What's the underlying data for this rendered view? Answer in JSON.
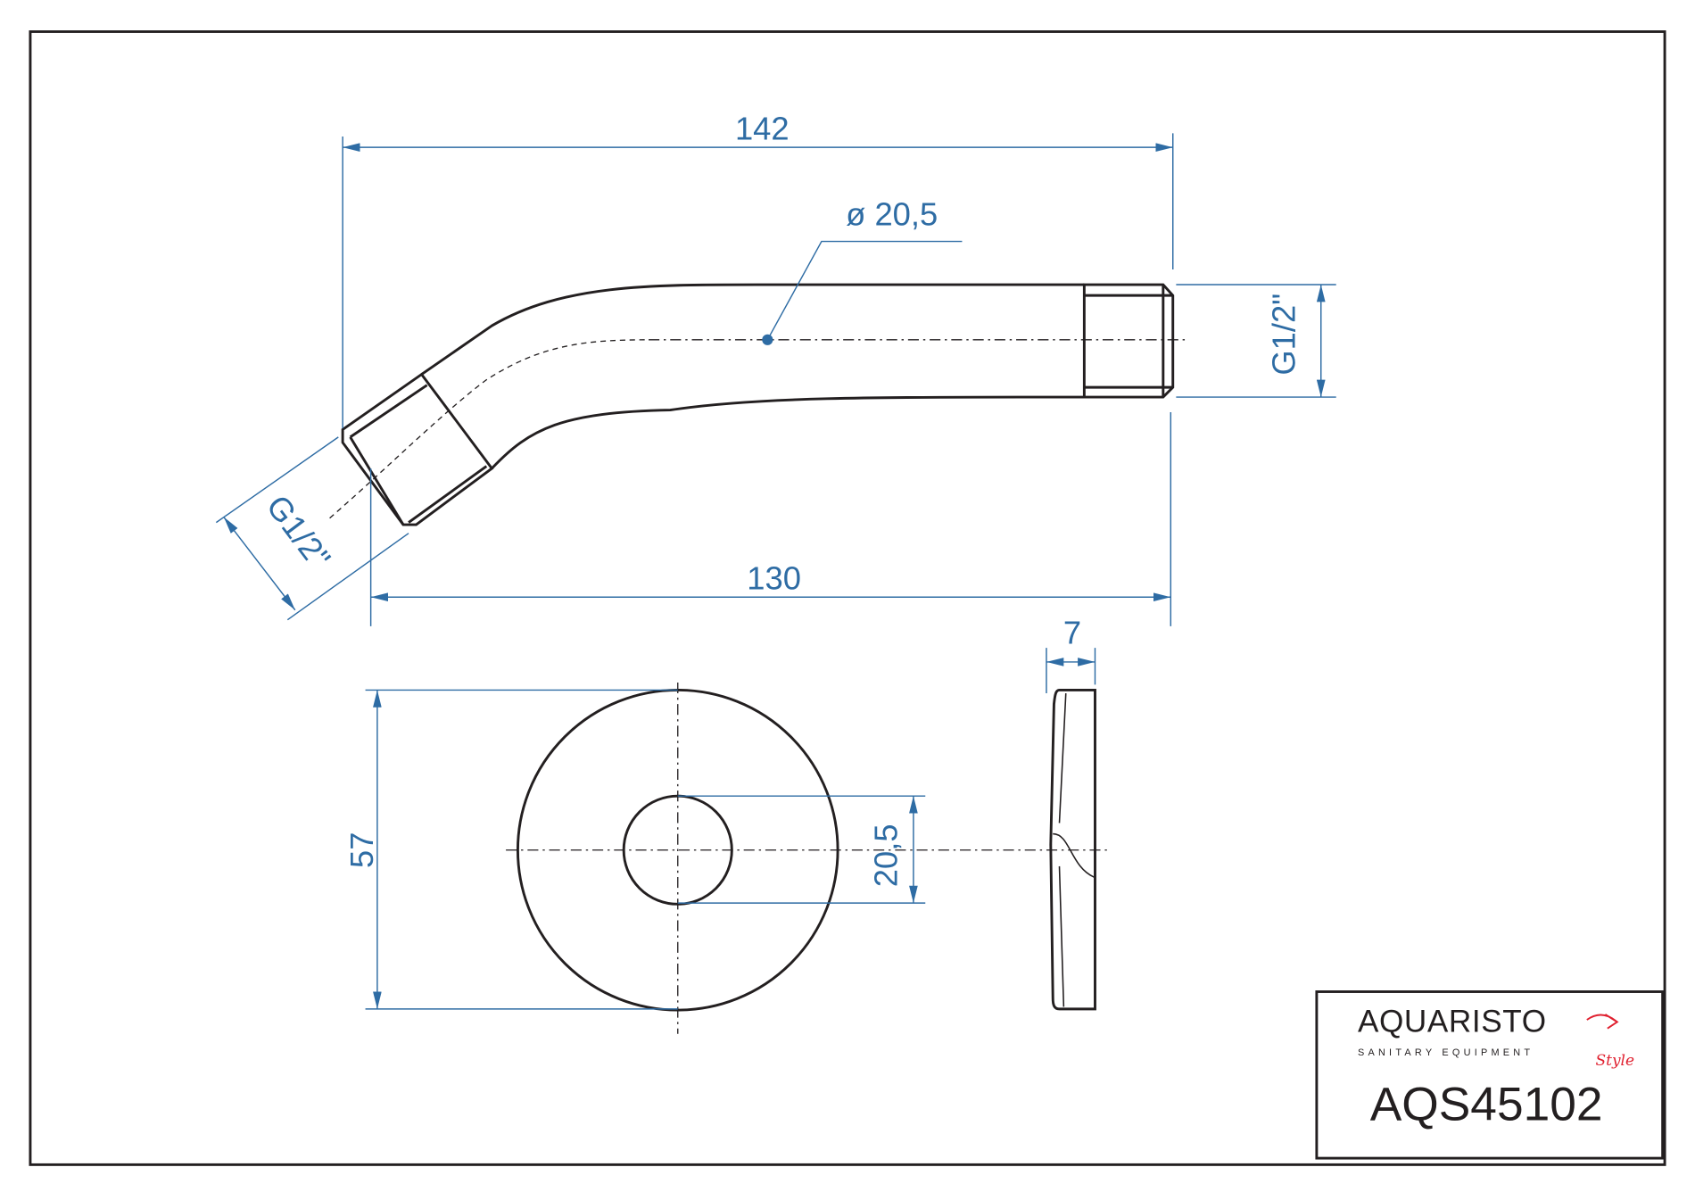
{
  "drawing": {
    "dimensions": {
      "overall_length": "142",
      "diameter": "ø 20,5",
      "thread_right": "G1/2\"",
      "thread_left": "G1/2\"",
      "straight_length": "130",
      "flange_thickness": "7",
      "flange_diameter": "57",
      "flange_hole": "20,5"
    }
  },
  "title_block": {
    "brand": "AQUARISTO",
    "brand_sub": "SANITARY EQUIPMENT",
    "brand_script": "Style",
    "product_code": "AQS45102",
    "brand_color": "#e0202f"
  }
}
